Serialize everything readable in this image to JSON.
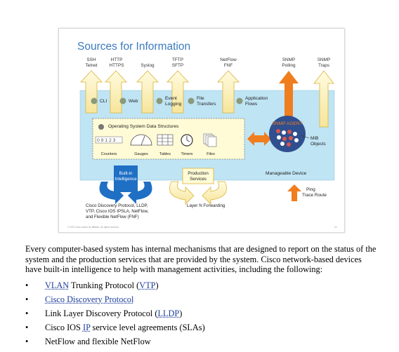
{
  "slide": {
    "title": "Sources for Information",
    "top_labels": [
      {
        "l1": "SSH",
        "l2": "Telnet"
      },
      {
        "l1": "HTTP",
        "l2": "HTTPS"
      },
      {
        "l1": "",
        "l2": "Syslog"
      },
      {
        "l1": "TFTP",
        "l2": "SFTP"
      },
      {
        "l1": "NetFlow",
        "l2": "FNF"
      },
      {
        "l1": "SNMP",
        "l2": "Polling"
      },
      {
        "l1": "SNMP",
        "l2": "Traps"
      }
    ],
    "services": [
      {
        "l1": "CLI",
        "l2": ""
      },
      {
        "l1": "Web",
        "l2": ""
      },
      {
        "l1": "Event",
        "l2": "Logging"
      },
      {
        "l1": "File",
        "l2": "Transfers"
      },
      {
        "l1": "Application",
        "l2": "Flows"
      }
    ],
    "os_box_title": "Operating System Data Structures",
    "counter_digits": "0 9 1 2 3",
    "structures": [
      "Counters",
      "Gauges",
      "Tables",
      "Timers",
      "Files"
    ],
    "snmp_agent": "SNMP AGENT",
    "mib_label_1": "MIB",
    "mib_label_2": "Objects",
    "manageable_device": "Manageable Device",
    "builtin_1": "Built-in",
    "builtin_2": "Intelligence",
    "production_1": "Production",
    "production_2": "Services",
    "ping_1": "Ping",
    "ping_2": "Trace Route",
    "protocols_1": "Cisco Discovery Protocol, LLDP,",
    "protocols_2": "VTP, Cisco IOS IPSLA, NetFlow,",
    "protocols_3": "and Flexible NetFlow (FNF)",
    "layer_n": "Layer N Forwarding",
    "copyright": "© 2013 Cisco and/or its affiliates. All rights reserved.",
    "page_num": "21"
  },
  "paragraph": "Every computer-based system has internal mechanisms that are designed to report on the status of the system and the production services that are provided by the system. Cisco network-based devices have built-in intelligence to help with management activities, including the following:",
  "bullets": [
    {
      "pre": "",
      "link": "VLAN",
      "mid": " Trunking Protocol (",
      "link2": "VTP",
      "post": ")"
    },
    {
      "pre": "",
      "link": "Cisco Discovery Protocol",
      "mid": "",
      "link2": "",
      "post": ""
    },
    {
      "pre": "Link Layer Discovery Protocol (",
      "link": "LLDP",
      "mid": ")",
      "link2": "",
      "post": ""
    },
    {
      "pre": "Cisco IOS ",
      "link": "IP",
      "mid": " service level agreements (SLAs)",
      "link2": "",
      "post": ""
    },
    {
      "pre": "NetFlow and flexible NetFlow",
      "link": "",
      "mid": "",
      "link2": "",
      "post": ""
    }
  ],
  "bullet_glyph": "•",
  "colors": {
    "title": "#3b7bbf",
    "device_bg": "#bfe4f4",
    "arrow_yellow": "#fbeeb0",
    "arrow_yellow_edge": "#d9b43a",
    "arrow_orange": "#f07d1e",
    "arrow_blue": "#1f6fc4",
    "snmp_circle": "#2f4f8f",
    "os_box": "#fffbd6"
  }
}
